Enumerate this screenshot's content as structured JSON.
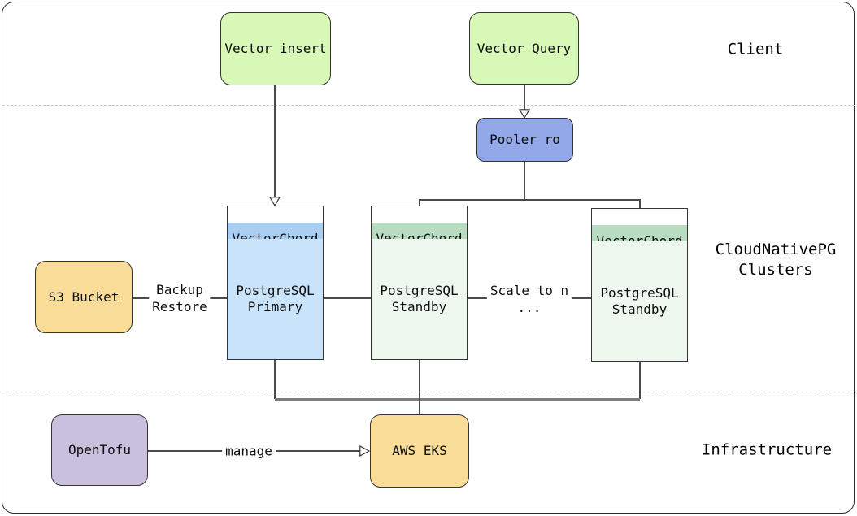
{
  "sections": {
    "client": {
      "label": "Client"
    },
    "clusters": {
      "label": "CloudNativePG\nClusters"
    },
    "infrastructure": {
      "label": "Infrastructure"
    }
  },
  "nodes": {
    "vector_insert": {
      "label": "Vector insert",
      "fill": "#d8f8b8"
    },
    "vector_query": {
      "label": "Vector Query",
      "fill": "#d8f8b8"
    },
    "pooler_ro": {
      "label": "Pooler ro",
      "fill": "#92a8e8"
    },
    "db_primary": {
      "header": "VectorChord",
      "body": "PostgreSQL\nPrimary",
      "header_fill": "#a8cef2",
      "body_fill": "#c9e4fa"
    },
    "db_standby1": {
      "header": "VectorChord",
      "body": "PostgreSQL\nStandby",
      "header_fill": "#b8dcc2",
      "body_fill": "#edf7ee"
    },
    "db_standby2": {
      "header": "VectorChord",
      "body": "PostgreSQL\nStandby",
      "header_fill": "#b8dcc2",
      "body_fill": "#edf7ee"
    },
    "s3_bucket": {
      "label": "S3 Bucket",
      "fill": "#f8dc98"
    },
    "opentofu": {
      "label": "OpenTofu",
      "fill": "#c9c0de"
    },
    "aws_eks": {
      "label": "AWS EKS",
      "fill": "#f8dc98"
    }
  },
  "edges": {
    "backup_restore": {
      "label": "Backup\nRestore"
    },
    "scale_to_n": {
      "label": "Scale to n\n..."
    },
    "manage": {
      "label": "manage"
    }
  },
  "colors": {
    "line": "#4a4a4a",
    "bus_line": "#7c7c7c",
    "divider": "#c9c9c9",
    "frame_border": "#2b2b2b"
  }
}
